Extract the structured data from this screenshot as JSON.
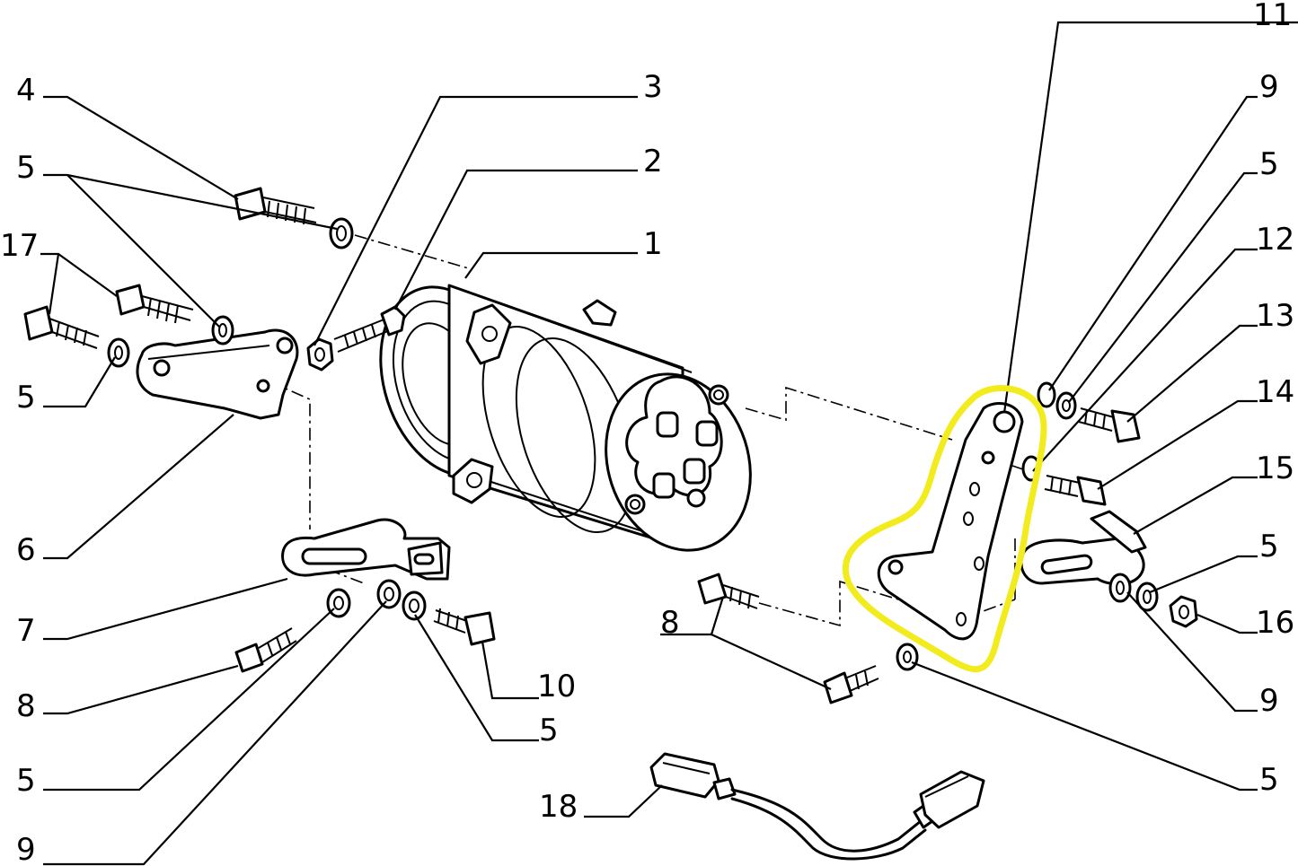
{
  "highlight_color": "#f2ec1f",
  "callouts": {
    "c11": "11",
    "c9_top_right": "9",
    "c5_top_right": "5",
    "c12": "12",
    "c13": "13",
    "c14": "14",
    "c15": "15",
    "c5_mid_right": "5",
    "c16": "16",
    "c9_bottom_right": "9",
    "c5_bottom_right": "5",
    "c4": "4",
    "c5_top_left": "5",
    "c17": "17",
    "c5_left": "5",
    "c6": "6",
    "c7": "7",
    "c8_left": "8",
    "c5_bottom_left": "5",
    "c9_bottom_left": "9",
    "c3": "3",
    "c2": "2",
    "c1": "1",
    "c8_center": "8",
    "c10": "10",
    "c5_center": "5",
    "c18": "18"
  }
}
